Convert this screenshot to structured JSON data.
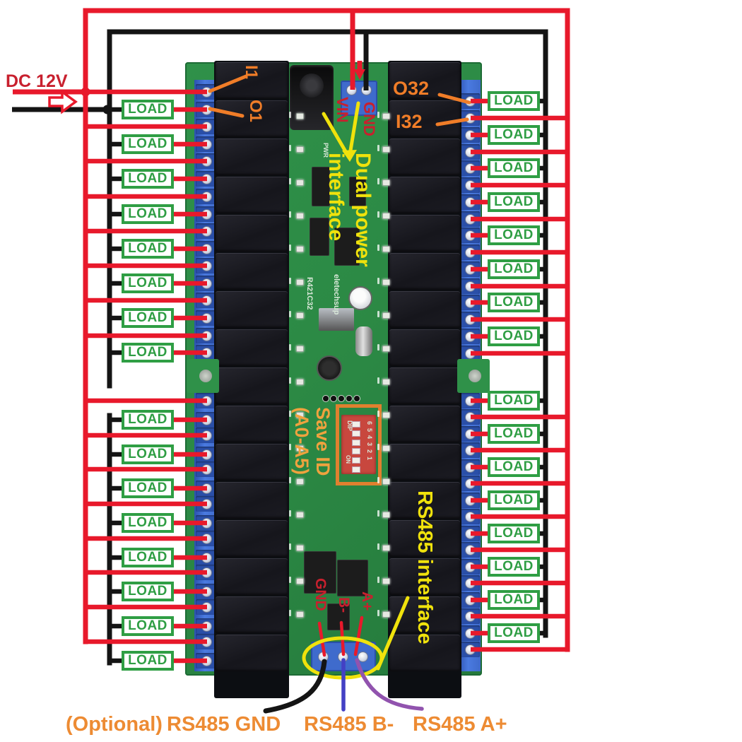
{
  "board": {
    "model": "R421C32",
    "brand": "eletechsup",
    "pwr_label": "PWR",
    "dip": {
      "label": "DIP",
      "on_label": "ON",
      "numbers": "654321"
    }
  },
  "wiring": {
    "supply_label": "DC 12V",
    "load_label": "LOAD",
    "load_count": 32,
    "first_input_label": "I1",
    "first_output_label": "O1",
    "last_output_label": "O32",
    "last_input_label": "I32",
    "power_terminals": {
      "vin": "VIN",
      "gnd": "GND"
    },
    "dual_power_note": "Dual power\ninterface",
    "save_id_note": "Save ID\n(A0-A5)",
    "rs485_note": "RS485 interface",
    "rs485_pins": {
      "gnd": "GND",
      "b": "B-",
      "a": "A+"
    },
    "bottom_labels": {
      "optional": "(Optional)",
      "gnd": "RS485 GND",
      "b": "RS485 B-",
      "a": "RS485 A+"
    }
  },
  "colors": {
    "wire_red": "#e8192b",
    "wire_black": "#141414",
    "load_green": "#2f9e44",
    "label_orange": "#f07d28",
    "bottom_orange": "#ed8b33",
    "label_red": "#c8202e",
    "label_yellow": "#f0e20c",
    "save_orange": "#efa23e",
    "wire_blue": "#4340c4",
    "wire_purple": "#9153ae",
    "pcb_green": "#2f9149",
    "terminal_blue": "#3f6bcc",
    "relay_dark": "#17171e",
    "dip_red": "#c8473e",
    "dip_box_orange": "#e0802f",
    "ellipse_yellow": "#f0e20c"
  }
}
